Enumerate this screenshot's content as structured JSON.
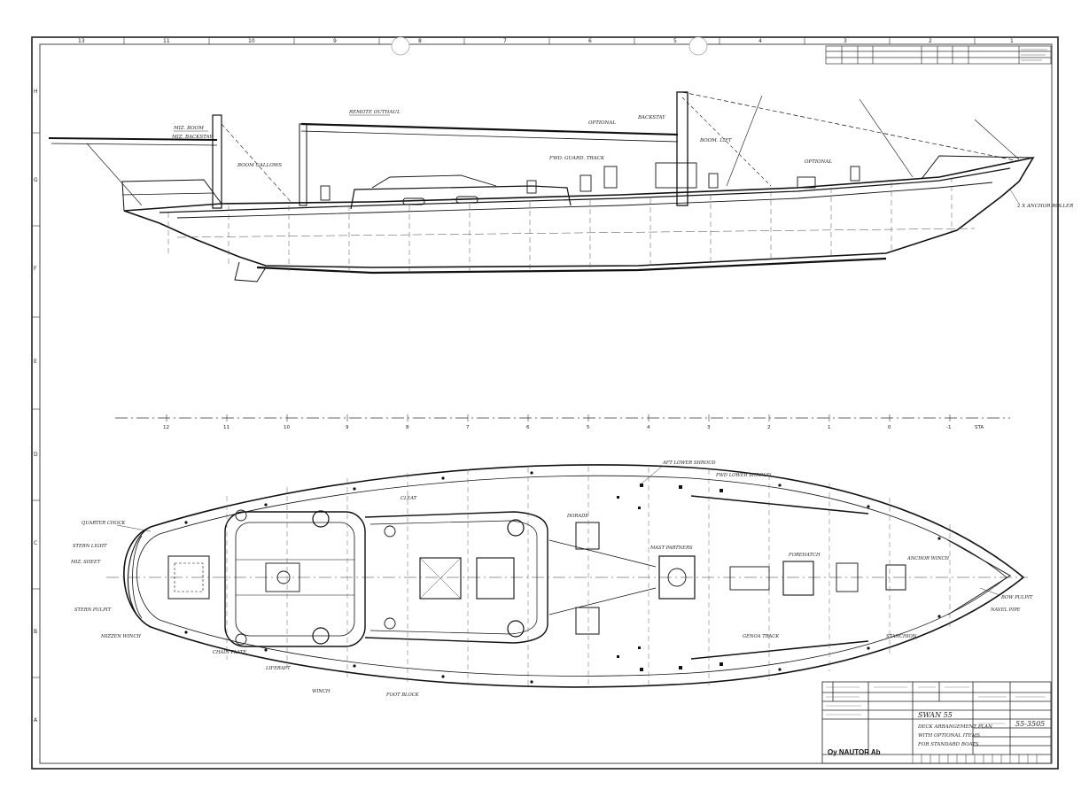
{
  "border": {
    "top_numbers": [
      "13",
      "11",
      "10",
      "9",
      "8",
      "7",
      "6",
      "5",
      "4",
      "3",
      "2",
      "1"
    ],
    "side_letters": [
      "H",
      "G",
      "F",
      "E",
      "D",
      "C",
      "B",
      "A"
    ]
  },
  "station_scale": [
    "12",
    "11",
    "10",
    "9",
    "8",
    "7",
    "6",
    "5",
    "4",
    "3",
    "2",
    "1",
    "0",
    "-1",
    "STA"
  ],
  "profile_callouts": {
    "mizzen_boom": "MIZ. BOOM",
    "mizzen_backstay": "MIZ. BACKSTAY",
    "boom_gallows": "BOOM GALLOWS",
    "remote_outhaul": "REMOTE OUTHAUL",
    "cockpit_shelter": "OPTIONAL",
    "stays_sheets": "FWD. GUARD. TRACK",
    "sheet_track": "BACKSTAY",
    "mast_shroud_mast": "BOOM. LIFT",
    "spin_pole": "OPTIONAL",
    "bow_fitting": "2 X ANCHOR ROLLER"
  },
  "deck_callouts": {
    "quarter_chock": "QUARTER CHOCK",
    "stern_light": "STERN LIGHT",
    "mizzen_sheet": "MIZ. SHEET",
    "stern_pulpit": "STERN PULPIT",
    "mizzen_winch": "MIZZEN WINCH",
    "chain_plate": "CHAIN PLATE",
    "liferaft": "LIFERAFT",
    "winch_1": "WINCH",
    "cleat_1": "CLEAT",
    "genoa_track": "GENOA TRACK",
    "foot_block": "FOOT BLOCK",
    "aft_lower_shroud": "AFT LOWER SHROUD",
    "fwd_lower_shroud": "FWD LOWER SHROUD",
    "mast_partners": "MAST PARTNERS",
    "anchor_winch": "ANCHOR WINCH",
    "bow_pulpit": "BOW PULPIT",
    "navel_pipe": "NAVEL PIPE",
    "forehatch": "FOREHATCH",
    "dorade": "DORADE",
    "stanchion": "STANCHION"
  },
  "title_block": {
    "company": "Oy NAUTOR Ab",
    "model": "SWAN 55",
    "desc_1": "DECK ARRANGEMENT PLAN",
    "desc_2": "WITH OPTIONAL ITEMS",
    "desc_3": "FOR STANDARD BOATS",
    "drawing_no": "55-3505"
  }
}
